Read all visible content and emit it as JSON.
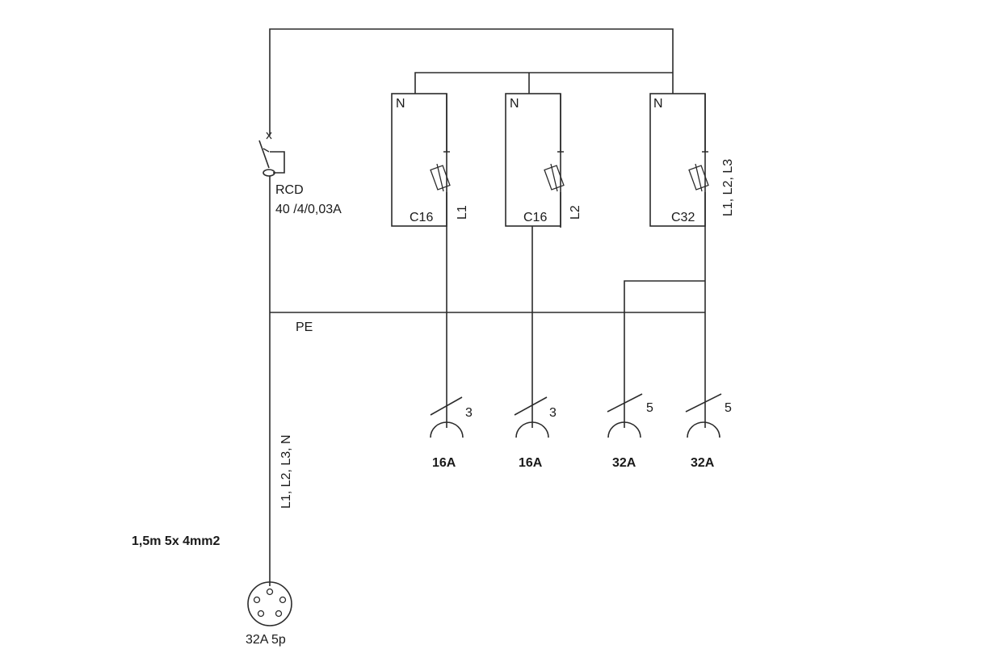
{
  "rcd": {
    "label": "RCD",
    "rating": "40 /4/0,03A"
  },
  "breakers": [
    {
      "neutral": "N",
      "rating": "C16",
      "phase": "L1"
    },
    {
      "neutral": "N",
      "rating": "C16",
      "phase": "L2"
    },
    {
      "neutral": "N",
      "rating": "C32",
      "phase": "L1, L2, L3"
    }
  ],
  "pe_label": "PE",
  "outlets": [
    {
      "poles": "3",
      "rating": "16A"
    },
    {
      "poles": "3",
      "rating": "16A"
    },
    {
      "poles": "5",
      "rating": "32A"
    },
    {
      "poles": "5",
      "rating": "32A"
    }
  ],
  "supply": {
    "phases": "L1, L2, L3, N",
    "cable": "1,5m 5x 4mm2",
    "plug": "32A 5p"
  }
}
